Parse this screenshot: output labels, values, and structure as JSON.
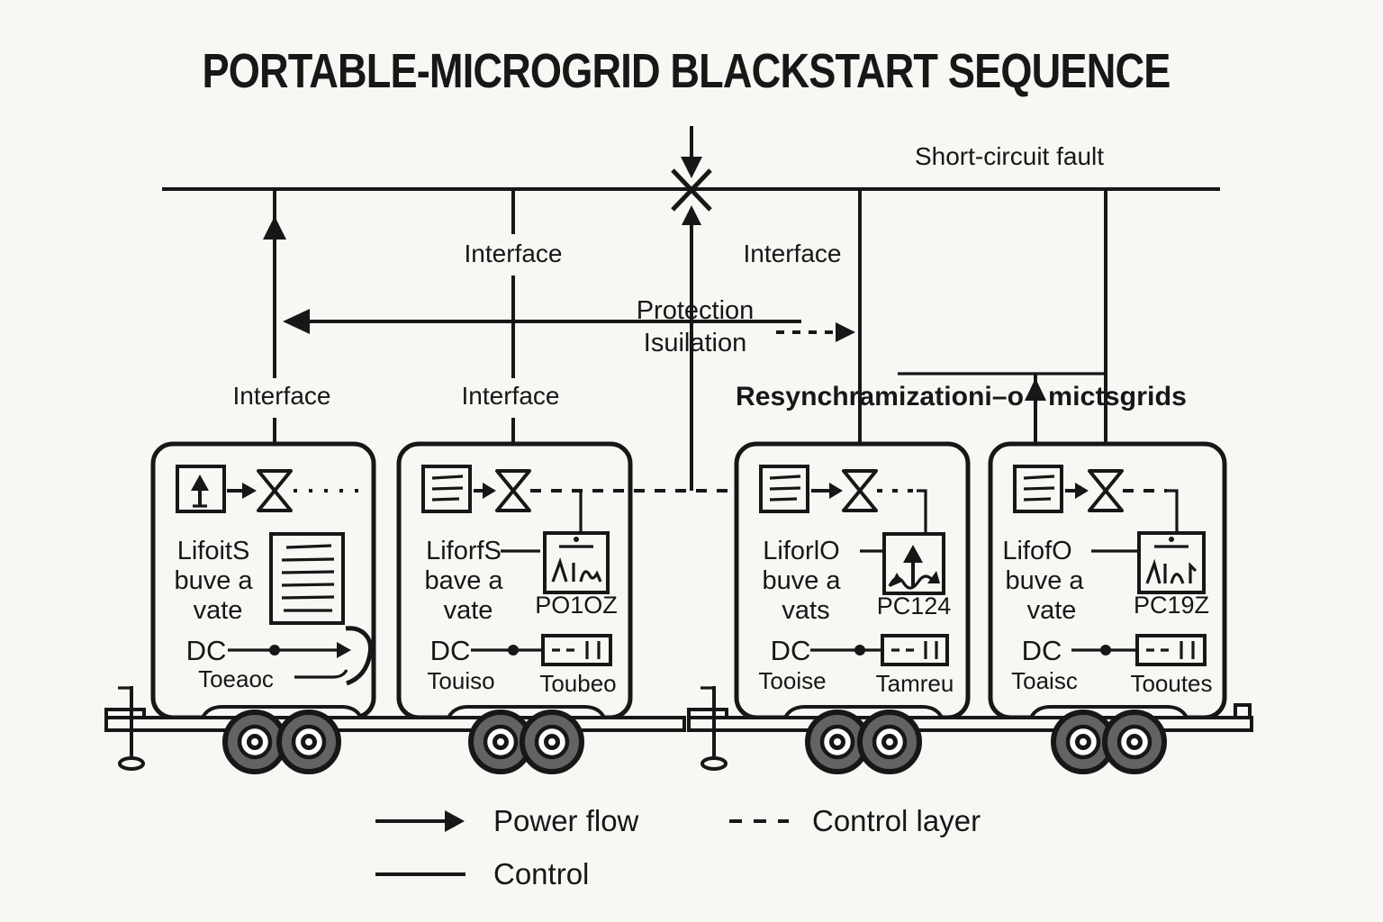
{
  "title": "PORTABLE-MICROGRID BLACKSTART SEQUENCE",
  "colors": {
    "background": "#f8f7f4",
    "ink": "#171717",
    "wheel_gray": "#636363"
  },
  "bus": {
    "fault_label": "Short-circuit fault"
  },
  "annotations": {
    "interface_upper_mid": "Interface",
    "interface_upper_right": "Interface",
    "interface_lower_left": "Interface",
    "interface_lower_mid": "Interface",
    "protection_line1": "Protection",
    "protection_line2": "Isuilation",
    "resync_left": "Resynchramizationi–o",
    "resync_right": "mictsgrids"
  },
  "trailers": [
    {
      "name_line1": "LifoitS",
      "name_line2": "buve a",
      "name_line3": "vate",
      "dc_label": "DC",
      "dc_sub": "Toeaoc"
    },
    {
      "name_line1": "LiforfS",
      "name_line2": "bave a",
      "name_line3": "vate",
      "dc_label": "DC",
      "dc_sub": "Touiso",
      "converter_label": "PO1OZ",
      "storage_label": "Toubeo"
    },
    {
      "name_line1": "LiforlO",
      "name_line2": "buve a",
      "name_line3": "vats",
      "dc_label": "DC",
      "dc_sub": "Tooise",
      "converter_label": "PC124",
      "storage_label": "Tamreu"
    },
    {
      "name_line1": "LifofO",
      "name_line2": "buve a",
      "name_line3": "vate",
      "dc_label": "DC",
      "dc_sub": "Toaisc",
      "converter_label": "PC19Z",
      "storage_label": "Tooutes"
    }
  ],
  "legend": {
    "power_flow": "Power flow",
    "control_layer": "Control layer",
    "control": "Control"
  }
}
